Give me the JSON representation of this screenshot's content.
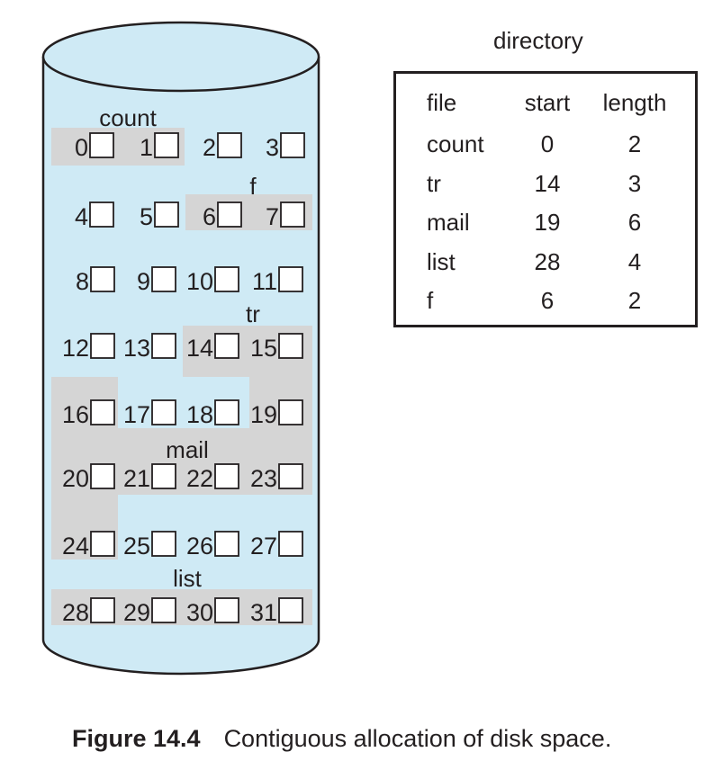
{
  "disk": {
    "blocks": [
      "0",
      "1",
      "2",
      "3",
      "4",
      "5",
      "6",
      "7",
      "8",
      "9",
      "10",
      "11",
      "12",
      "13",
      "14",
      "15",
      "16",
      "17",
      "18",
      "19",
      "20",
      "21",
      "22",
      "23",
      "24",
      "25",
      "26",
      "27",
      "28",
      "29",
      "30",
      "31"
    ],
    "file_labels": [
      "count",
      "f",
      "tr",
      "mail",
      "list"
    ],
    "colors": {
      "disk_fill": "#cfeaf5",
      "highlight": "#d5d5d5",
      "stroke": "#231f20"
    }
  },
  "directory": {
    "title": "directory",
    "headers": [
      "file",
      "start",
      "length"
    ],
    "rows": [
      [
        "count",
        "0",
        "2"
      ],
      [
        "tr",
        "14",
        "3"
      ],
      [
        "mail",
        "19",
        "6"
      ],
      [
        "list",
        "28",
        "4"
      ],
      [
        "f",
        "6",
        "2"
      ]
    ]
  },
  "caption": {
    "figure": "Figure 14.4",
    "text": "Contiguous allocation of disk space."
  }
}
